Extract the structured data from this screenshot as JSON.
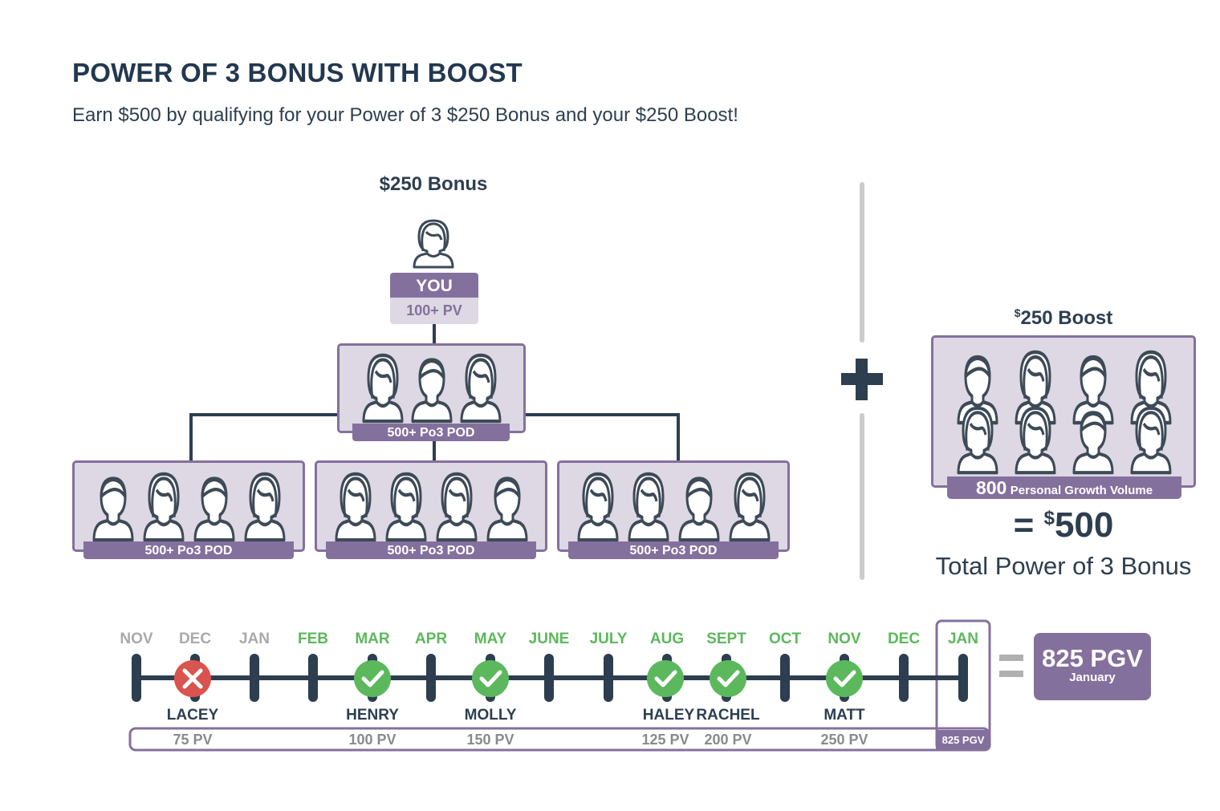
{
  "header": {
    "title": "POWER OF 3 BONUS WITH BOOST",
    "subtitle": "Earn $500 by qualifying for your Power of 3 $250 Bonus and your $250 Boost!"
  },
  "bonus": {
    "label": "$250 Bonus",
    "you_label": "YOU",
    "you_pv": "100+ PV",
    "pod_label": "500+ Po3 POD"
  },
  "boost": {
    "dollar_sign": "$",
    "label": "250 Boost",
    "volume_number": "800",
    "volume_text": "Personal Growth Volume"
  },
  "total": {
    "equals": "=",
    "dollar_sign": "$",
    "amount": "500",
    "text": "Total Power of 3 Bonus"
  },
  "timeline": {
    "months": [
      {
        "label": "NOV",
        "active": false
      },
      {
        "label": "DEC",
        "active": false
      },
      {
        "label": "JAN",
        "active": false
      },
      {
        "label": "FEB",
        "active": true
      },
      {
        "label": "MAR",
        "active": true
      },
      {
        "label": "APR",
        "active": true
      },
      {
        "label": "MAY",
        "active": true
      },
      {
        "label": "JUNE",
        "active": true
      },
      {
        "label": "JULY",
        "active": true
      },
      {
        "label": "AUG",
        "active": true
      },
      {
        "label": "SEPT",
        "active": true
      },
      {
        "label": "OCT",
        "active": true
      },
      {
        "label": "NOV",
        "active": true
      },
      {
        "label": "DEC",
        "active": true
      },
      {
        "label": "JAN",
        "active": true
      }
    ],
    "events": [
      {
        "name": "LACEY",
        "pv": "75 PV",
        "status": "fail"
      },
      {
        "name": "HENRY",
        "pv": "100 PV",
        "status": "pass"
      },
      {
        "name": "MOLLY",
        "pv": "150 PV",
        "status": "pass"
      },
      {
        "name": "HALEY",
        "pv": "125 PV",
        "status": "pass"
      },
      {
        "name": "RACHEL",
        "pv": "200 PV",
        "status": "pass"
      },
      {
        "name": "MATT",
        "pv": "250 PV",
        "status": "pass"
      }
    ],
    "pgv_cell": "825 PGV",
    "equals": "=",
    "pgv_total": "825 PGV",
    "pgv_month": "January"
  },
  "colors": {
    "navy": "#2d3e50",
    "purple": "#84709d",
    "lavender": "#ddd8e3",
    "green": "#5cb85c",
    "month_green": "#5cb85c",
    "month_grey": "#a9a9a9",
    "red": "#d9534f",
    "divider": "#cccccc"
  }
}
